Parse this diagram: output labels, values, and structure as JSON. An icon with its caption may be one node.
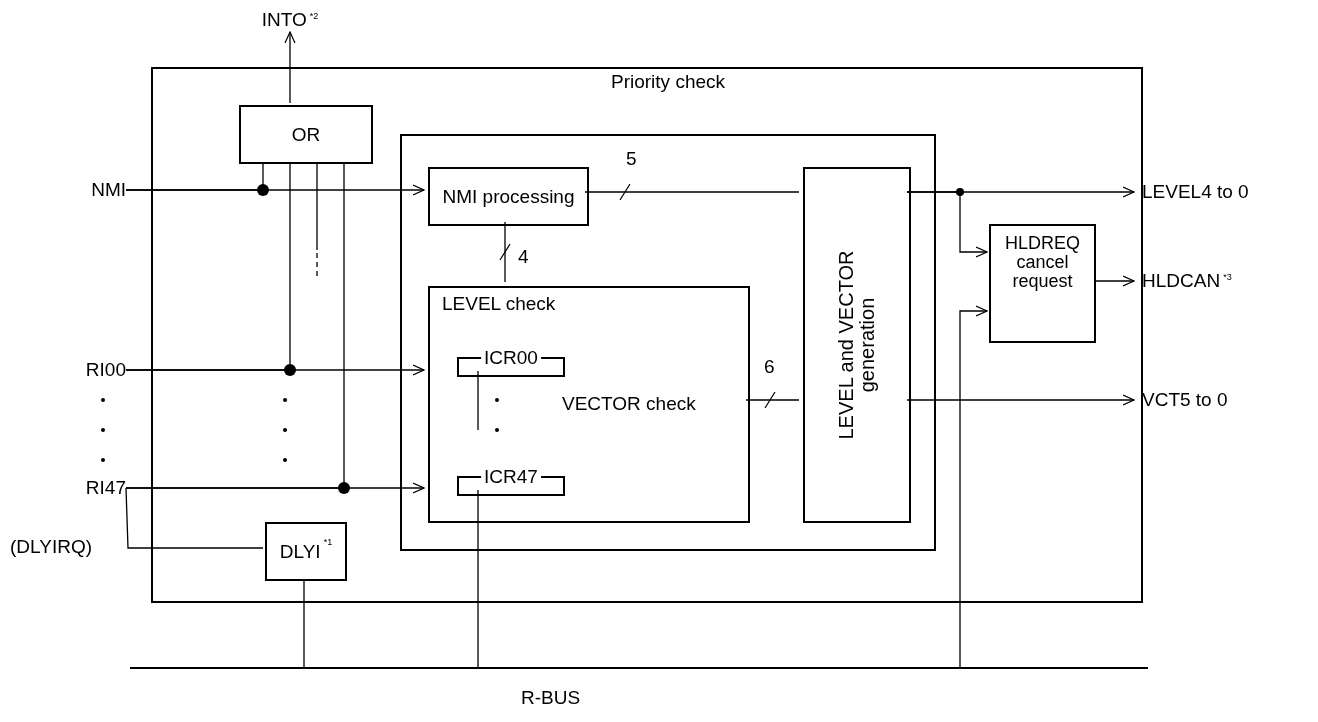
{
  "diagram": {
    "nodes": [
      {
        "text": [],
        "shape": "box"
      },
      {
        "text": [
          "OR"
        ],
        "in": 0
      },
      {
        "text": [
          "Priority check"
        ],
        "in": 0
      },
      {
        "text": [
          "NMI processing"
        ],
        "in": 2
      },
      {
        "text": [
          "LEVEL check",
          "VECTOR check"
        ],
        "in": 2
      },
      {
        "text": [
          "ICR00"
        ],
        "in": 4
      },
      {
        "text": [
          "ICR47"
        ],
        "in": 4
      },
      {
        "text": [
          "LEVEL and VECTOR generation"
        ],
        "in": 2
      },
      {
        "text": [
          "HLDREQ cancel request"
        ],
        "in": 0
      },
      {
        "text": [
          "DLYI$^{*1}$"
        ],
        "in": 0
      },
      {
        "text": [
          "NMI"
        ]
      },
      {
        "text": [
          "RI00"
        ]
      },
      {
        "text": [
          "RI47"
        ]
      },
      {
        "text": [
          "INTO$^{*2}$"
        ]
      },
      {
        "text": [
          "LEVEL4 to 0"
        ]
      },
      {
        "text": [
          "HLDCAN$^{*3}$"
        ]
      },
      {
        "text": [
          "VCT5 to 0"
        ]
      },
      {
        "text": [],
        "shape": "bar",
        "beside": [
          "R-BUS"
        ]
      }
    ],
    "edges": [
      {
        "from": 10,
        "to": 3,
        "arrow": "to"
      },
      {
        "from": 10,
        "to": 1,
        "arrow": "none"
      },
      {
        "from": 11,
        "to": 4,
        "arrow": "to"
      },
      {
        "from": 11,
        "to": 1,
        "arrow": "none"
      },
      {
        "from": 12,
        "to": 4,
        "arrow": "to"
      },
      {
        "from": 12,
        "to": 1,
        "arrow": "none"
      },
      {
        "from": 9,
        "to": 12,
        "arrow": "none"
      },
      {
        "from": 1,
        "to": 13,
        "arrow": "to"
      },
      {
        "from": 3,
        "to": 7,
        "arrow": "none",
        "label": "5"
      },
      {
        "from": 3,
        "to": 4,
        "arrow": "none",
        "label": "4"
      },
      {
        "from": 4,
        "to": 7,
        "arrow": "none",
        "label": "6"
      },
      {
        "from": 7,
        "to": 14,
        "arrow": "to"
      },
      {
        "from": 7,
        "to": 8,
        "arrow": "to"
      },
      {
        "from": 8,
        "to": 15,
        "arrow": "to"
      },
      {
        "from": 7,
        "to": 16,
        "arrow": "to"
      },
      {
        "from": 17,
        "to": 8,
        "arrow": "to"
      },
      {
        "from": 9,
        "to": 17,
        "arrow": "none"
      },
      {
        "from": 6,
        "to": 17,
        "arrow": "none"
      },
      {
        "from": 5,
        "to": null,
        "arrow": "none"
      },
      {
        "from": 1,
        "to": null,
        "arrow": "none"
      }
    ],
    "labels": [
      "(DLYIRQ)"
    ]
  }
}
